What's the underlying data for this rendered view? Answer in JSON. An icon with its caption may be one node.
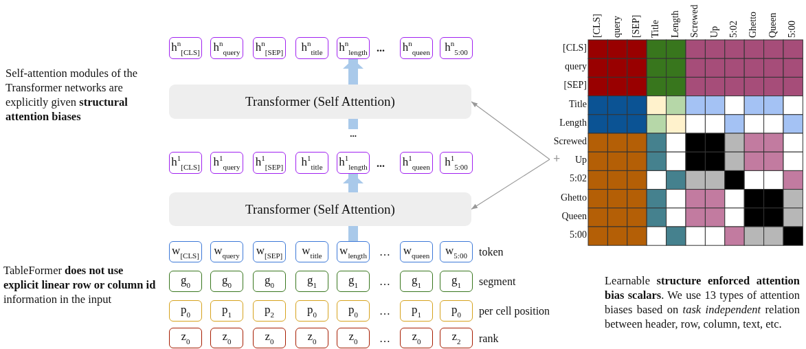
{
  "diagram": {
    "nodes": [
      {
        "text": [
          "h$^{n}$$_{[CLS]}$"
        ]
      },
      {
        "text": [
          "h$^{n}$$_{query}$"
        ]
      },
      {
        "text": [
          "h$^{n}$$_{[SEP]}$"
        ]
      },
      {
        "text": [
          "h$^{n}$$_{title}$"
        ]
      },
      {
        "text": [
          "h$^{n}$$_{length}$"
        ]
      },
      {
        "text": [
          "h$^{n}$$_{queen}$"
        ]
      },
      {
        "text": [
          "h$^{n}$$_{5:00}$"
        ]
      },
      {
        "text": [
          "Transformer (Self Attention)"
        ]
      },
      {
        "text": [
          "..."
        ]
      },
      {
        "text": [
          "h$^{1}$$_{[CLS]}$"
        ]
      },
      {
        "text": [
          "h$^{1}$$_{query}$"
        ]
      },
      {
        "text": [
          "h$^{1}$$_{[SEP]}$"
        ]
      },
      {
        "text": [
          "h$^{1}$$_{title}$"
        ]
      },
      {
        "text": [
          "h$^{1}$$_{length}$"
        ]
      },
      {
        "text": [
          "h$^{1}$$_{queen}$"
        ]
      },
      {
        "text": [
          "h$^{1}$$_{5:00}$"
        ]
      },
      {
        "text": [
          "Transformer (Self Attention)"
        ]
      },
      {
        "text": [
          "w$_{[CLS]}$"
        ]
      },
      {
        "text": [
          "w$_{query}$"
        ]
      },
      {
        "text": [
          "w$_{[SEP]}$"
        ]
      },
      {
        "text": [
          "w$_{title}$"
        ]
      },
      {
        "text": [
          "w$_{length}$"
        ]
      },
      {
        "text": [
          "w$_{queen}$"
        ]
      },
      {
        "text": [
          "w$_{5:00}$"
        ]
      },
      {
        "text": [
          "g$_{0}$"
        ]
      },
      {
        "text": [
          "g$_{0}$"
        ]
      },
      {
        "text": [
          "g$_{0}$"
        ]
      },
      {
        "text": [
          "g$_{1}$"
        ]
      },
      {
        "text": [
          "g$_{1}$"
        ]
      },
      {
        "text": [
          "g$_{1}$"
        ]
      },
      {
        "text": [
          "g$_{1}$"
        ]
      },
      {
        "text": [
          "p$_{0}$"
        ]
      },
      {
        "text": [
          "p$_{1}$"
        ]
      },
      {
        "text": [
          "p$_{2}$"
        ]
      },
      {
        "text": [
          "p$_{0}$"
        ]
      },
      {
        "text": [
          "p$_{0}$"
        ]
      },
      {
        "text": [
          "p$_{1}$"
        ]
      },
      {
        "text": [
          "p$_{0}$"
        ]
      },
      {
        "text": [
          "z$_{0}$"
        ]
      },
      {
        "text": [
          "z$_{0}$"
        ]
      },
      {
        "text": [
          "z$_{0}$"
        ]
      },
      {
        "text": [
          "z$_{0}$"
        ]
      },
      {
        "text": [
          "z$_{0}$"
        ]
      },
      {
        "text": [
          "z$_{0}$"
        ]
      },
      {
        "text": [
          "z$_{2}$"
        ]
      },
      {
        "text": [],
        "shape": "grid",
        "beside": [
          "Learnable **structure enforced attention bias scalars**. We use 13 types of attention biases based on *task independent* relation between header, row, column, text, etc."
        ]
      }
    ],
    "edges": [
      {
        "from": 45,
        "to": 7,
        "arrow": "to",
        "color": "#999999"
      },
      {
        "from": 45,
        "to": 16,
        "arrow": "to",
        "color": "#999999"
      },
      {
        "from": 21,
        "to": 16,
        "arrow": "none"
      },
      {
        "from": 16,
        "to": 13,
        "arrow": "to"
      },
      {
        "from": 8,
        "to": 7,
        "arrow": "none"
      },
      {
        "from": 7,
        "to": 4,
        "arrow": "to"
      }
    ],
    "labels": [
      "Self-attention modules of the Transformer networks are explicitly given **structural attention biases**",
      "...",
      "...",
      "TableFormer **does not use explicit linear row or column id** information in the input",
      "…",
      "token",
      "…",
      "segment",
      "…",
      "per cell position",
      "…",
      "rank",
      "[CLS]",
      "query",
      "[SEP]",
      "Title",
      "Length",
      "Screwed",
      "Up",
      "5:02",
      "Ghetto",
      "Queen",
      "5:00",
      "[CLS]",
      "query",
      "[SEP]",
      "Title",
      "Length",
      "Screwed",
      "Up",
      "5:02",
      "Ghetto",
      "Queen",
      "5:00",
      "+"
    ]
  }
}
